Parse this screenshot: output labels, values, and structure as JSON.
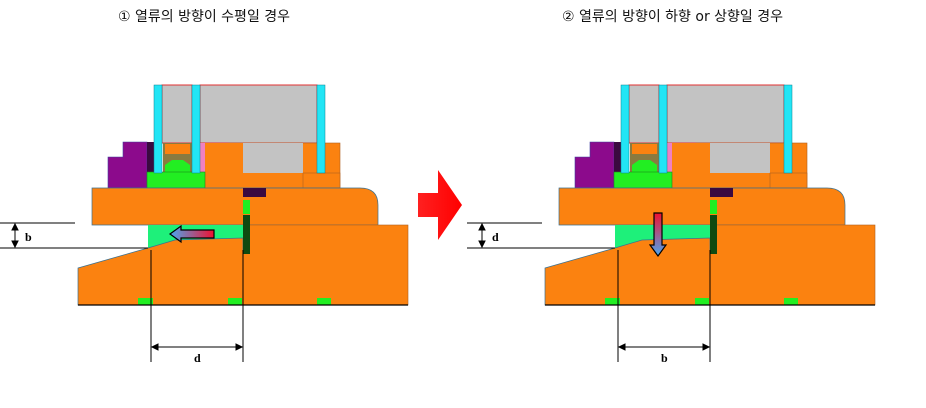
{
  "titles": {
    "left": "① 열류의 방향이 수평일 경우",
    "right": "② 열류의 방향이 하향 or 상향일 경우"
  },
  "left_diagram": {
    "vertical_dim_label": "b",
    "horizontal_dim_label": "d",
    "flow_arrow": "arrow-left-icon"
  },
  "right_diagram": {
    "vertical_dim_label": "d",
    "horizontal_dim_label": "b",
    "flow_arrow": "arrow-down-icon"
  },
  "colors": {
    "orange": "#fb8210",
    "gap": "#1ef07a",
    "green": "#22ee22",
    "gray": "#c3c3c3",
    "cyan": "#22e5f5",
    "purple": "#8c0a8c",
    "accent_red": "#ff1010"
  }
}
